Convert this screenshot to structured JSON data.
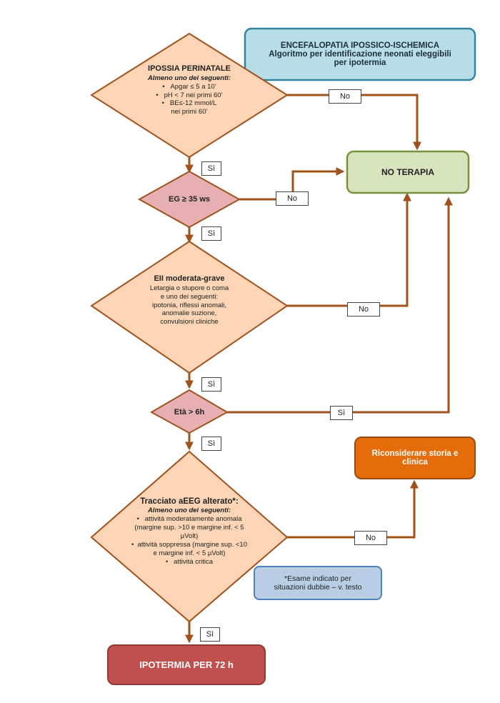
{
  "colors": {
    "arrow": "#a0521c",
    "diamond_fill": "#fbd5b5",
    "diamond_small_fill": "#e6b0b2",
    "title_fill": "#b7dee8",
    "no_therapy_fill": "#d7e4bd",
    "reconsider_fill": "#e46c0a",
    "therapy_fill": "#c0504d",
    "note_fill": "#b9cde5"
  },
  "title_box": {
    "line1": "ENCEFALOPATIA IPOSSICO-ISCHEMICA",
    "line2": "Algoritmo per identificazione neonati eleggibili",
    "line3": "per ipotermia"
  },
  "hypoxia": {
    "title": "IPOSSIA PERINATALE",
    "subtitle": "Almeno uno dei seguenti:",
    "items": [
      "Apgar ≤ 5 a 10’",
      "pH < 7 nei primi 60’",
      "BE≤-12 mmol/L",
      "nei primi 60’"
    ]
  },
  "eg": {
    "label": "EG ≥ 35 ws"
  },
  "eii": {
    "title": "EII moderata-grave",
    "lines": [
      "Letargia o stupore o coma",
      "e uno dei seguenti:",
      "ipotonia, riflessi anomali,",
      "anomalie suzione,",
      "convulsioni cliniche"
    ]
  },
  "age": {
    "label": "Età > 6h"
  },
  "aeeg": {
    "title": "Tracciato aEEG alterato*:",
    "subtitle": "Almeno uno dei seguenti:",
    "lines": [
      "attività moderatamente anomala",
      "(margine sup. >10 e margine inf. < 5",
      "µVolt)",
      "attività soppressa  (margine sup. <10",
      "e margine inf. < 5 µVolt)",
      "attività critica"
    ]
  },
  "no_therapy": {
    "label": "NO TERAPIA"
  },
  "reconsider": {
    "line1": "Riconsiderare storia e",
    "line2": "clinica"
  },
  "therapy": {
    "label": "IPOTERMIA PER 72 h"
  },
  "note": {
    "line1": "*Esame indicato per",
    "line2": "situazioni dubbie – v. testo"
  },
  "edge_labels": {
    "no1": "No",
    "si1": "Sì",
    "no2": "No",
    "si2": "Sì",
    "no3": "No",
    "si3": "Sì",
    "si_age": "Sì",
    "si4": "Sì",
    "no4": "No",
    "si5": "Sì"
  }
}
